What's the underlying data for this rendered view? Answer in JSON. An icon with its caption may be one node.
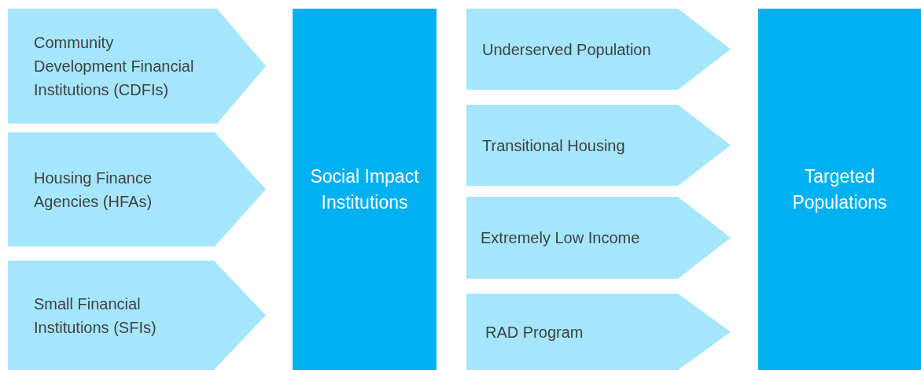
{
  "diagram": {
    "nodes": [
      {
        "text": [
          "Community Development Financial Institutions (CDFIs)"
        ]
      },
      {
        "text": [
          "Housing Finance Agencies (HFAs)"
        ]
      },
      {
        "text": [
          "Small Financial Institutions (SFIs)"
        ]
      },
      {
        "text": [
          "Social Impact Institutions"
        ]
      },
      {
        "text": [
          "Underserved Population"
        ]
      },
      {
        "text": [
          "Transitional Housing"
        ]
      },
      {
        "text": [
          "Extremely Low Income"
        ]
      },
      {
        "text": [
          "RAD Program"
        ]
      },
      {
        "text": [
          "Targeted Populations"
        ]
      }
    ]
  }
}
